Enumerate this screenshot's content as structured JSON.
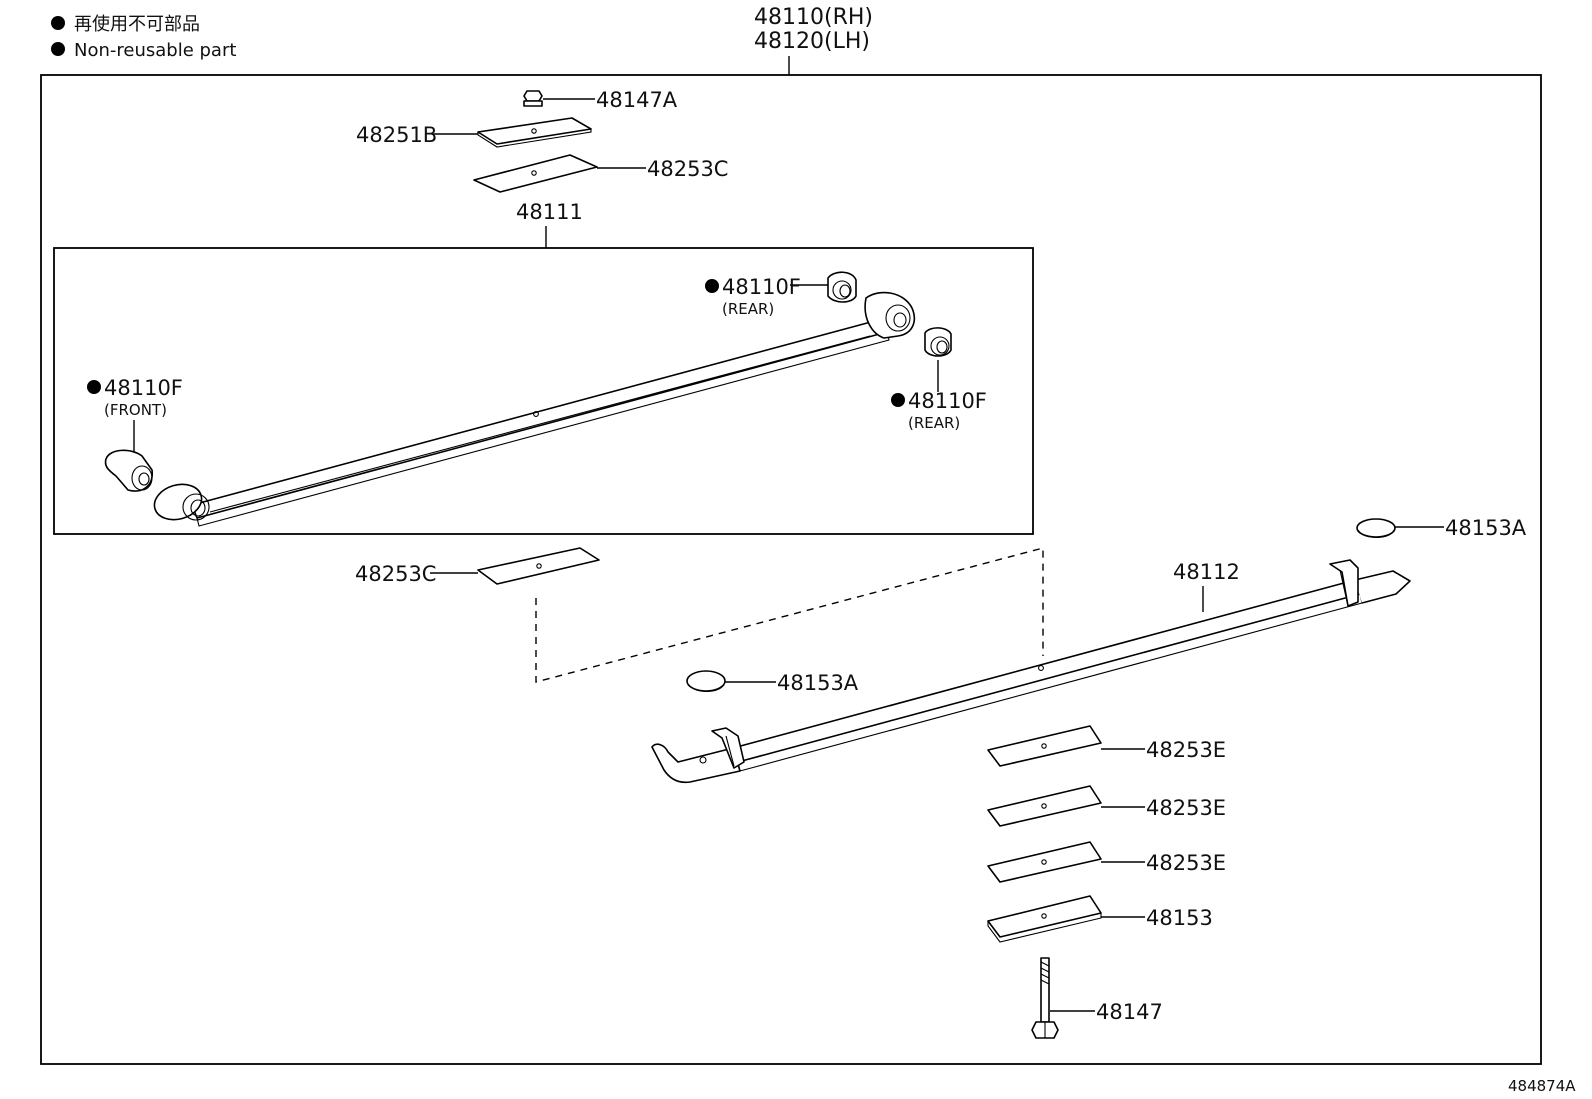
{
  "legend": {
    "items": [
      {
        "text": "再使用不可部品"
      },
      {
        "text": "Non-reusable part"
      }
    ]
  },
  "assembly": {
    "rh": "48110(RH)",
    "lh": "48120(LH)"
  },
  "sub_assembly": {
    "label": "48111"
  },
  "callouts": {
    "nut_top": "48147A",
    "plate_b": "48251B",
    "insert_c_top": "48253C",
    "bush_rear_upper": "48110F",
    "bush_rear_upper_note": "(REAR)",
    "bush_front": "48110F",
    "bush_front_note": "(FRONT)",
    "bush_rear_lower": "48110F",
    "bush_rear_lower_note": "(REAR)",
    "insert_c_mid": "48253C",
    "leaf_no2": "48112",
    "pad_right": "48153A",
    "pad_mid": "48153A",
    "insert_e1": "48253E",
    "insert_e2": "48253E",
    "insert_e3": "48253E",
    "seat_plate": "48153",
    "center_bolt": "48147"
  },
  "figure_ref": "484874A"
}
